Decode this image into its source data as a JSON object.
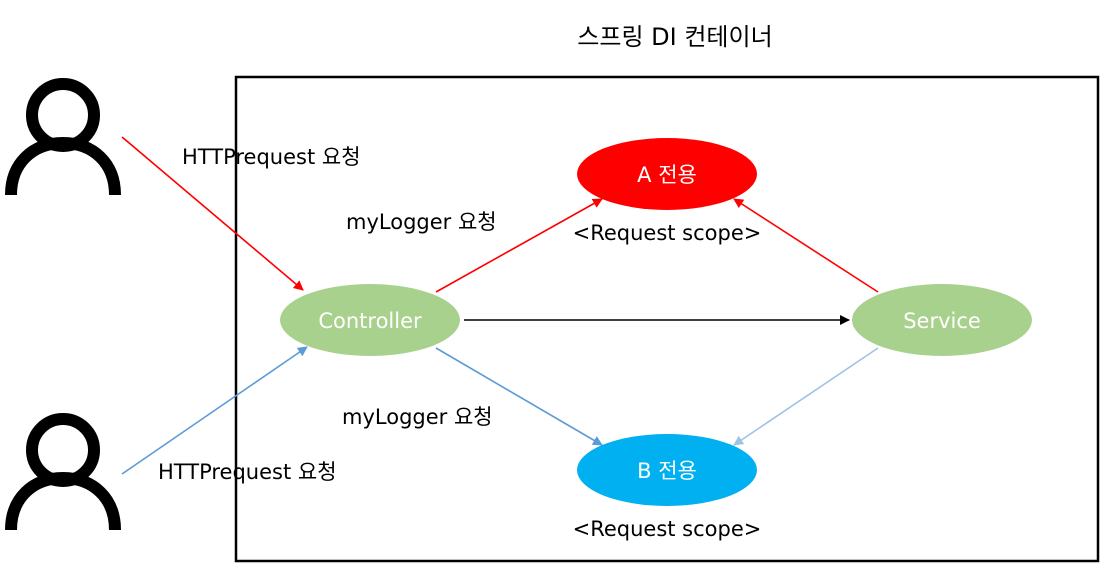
{
  "container": {
    "title": "스프링 DI 컨테이너"
  },
  "nodes": {
    "controller": {
      "label": "Controller",
      "color": "#a9d18e"
    },
    "service": {
      "label": "Service",
      "color": "#a9d18e"
    },
    "a": {
      "label": "A 전용",
      "scope": "<Request scope>",
      "color": "#ff0000"
    },
    "b": {
      "label": "B 전용",
      "scope": "<Request scope>",
      "color": "#00b0f0"
    }
  },
  "edges": {
    "user_a_request": "HTTPrequest 요청",
    "user_b_request": "HTTPrequest 요청",
    "controller_to_a": "myLogger 요청",
    "controller_to_b": "myLogger 요청"
  },
  "colors": {
    "red_flow": "#ff0000",
    "blue_flow": "#5b9bd5",
    "light_blue_flow": "#9dc3e6",
    "neutral": "#000000",
    "node_text": "#ffffff"
  }
}
